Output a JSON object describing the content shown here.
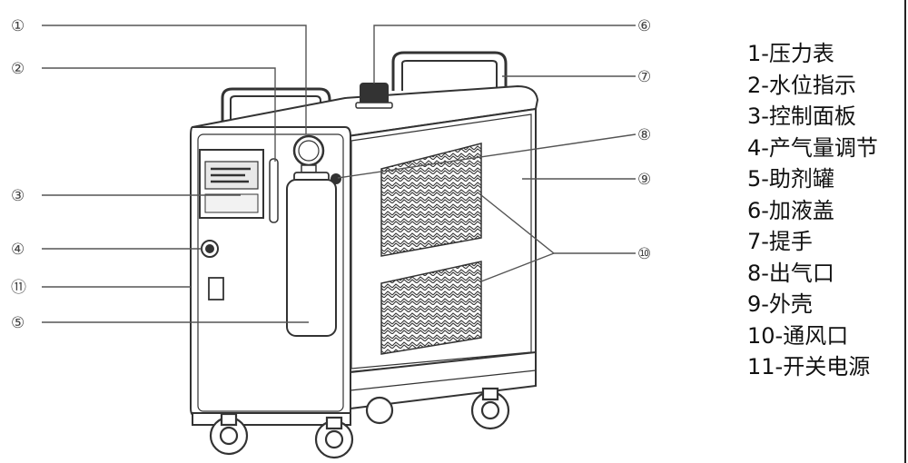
{
  "callouts": [
    {
      "number": "①"
    },
    {
      "number": "②"
    },
    {
      "number": "③"
    },
    {
      "number": "④"
    },
    {
      "number": "⑤"
    },
    {
      "number": "⑥"
    },
    {
      "number": "⑦"
    },
    {
      "number": "⑧"
    },
    {
      "number": "⑨"
    },
    {
      "number": "⑩"
    },
    {
      "number": "⑪"
    }
  ],
  "legend": [
    {
      "label": "1-压力表"
    },
    {
      "label": "2-水位指示"
    },
    {
      "label": "3-控制面板"
    },
    {
      "label": "4-产气量调节"
    },
    {
      "label": "5-助剂罐"
    },
    {
      "label": "6-加液盖"
    },
    {
      "label": "7-提手"
    },
    {
      "label": "8-出气口"
    },
    {
      "label": "9-外壳"
    },
    {
      "label": "10-通风口"
    },
    {
      "label": "11-开关电源"
    }
  ]
}
